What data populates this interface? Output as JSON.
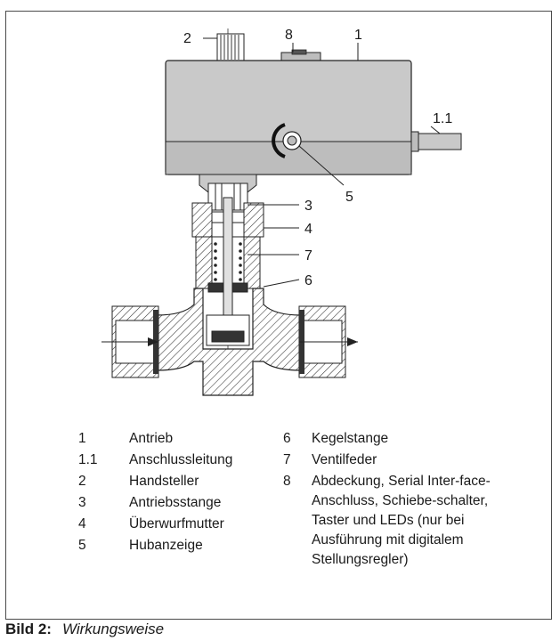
{
  "diagram": {
    "callouts": [
      "1",
      "1.1",
      "2",
      "3",
      "4",
      "5",
      "6",
      "7",
      "8"
    ]
  },
  "legend": {
    "left": [
      {
        "num": "1",
        "text": "Antrieb"
      },
      {
        "num": "1.1",
        "text": "Anschlussleitung"
      },
      {
        "num": "2",
        "text": "Handsteller"
      },
      {
        "num": "3",
        "text": "Antriebsstange"
      },
      {
        "num": "4",
        "text": "Überwurfmutter"
      },
      {
        "num": "5",
        "text": "Hubanzeige"
      }
    ],
    "right": [
      {
        "num": "6",
        "text": "Kegelstange"
      },
      {
        "num": "7",
        "text": "Ventilfeder"
      },
      {
        "num": "8",
        "text": "Abdeckung, Serial Inter-face-Anschluss, Schiebe-schalter, Taster und LEDs (nur bei Ausführung mit digitalem Stellungsregler)"
      }
    ]
  },
  "caption": {
    "label": "Bild 2:",
    "text": "Wirkungsweise"
  }
}
